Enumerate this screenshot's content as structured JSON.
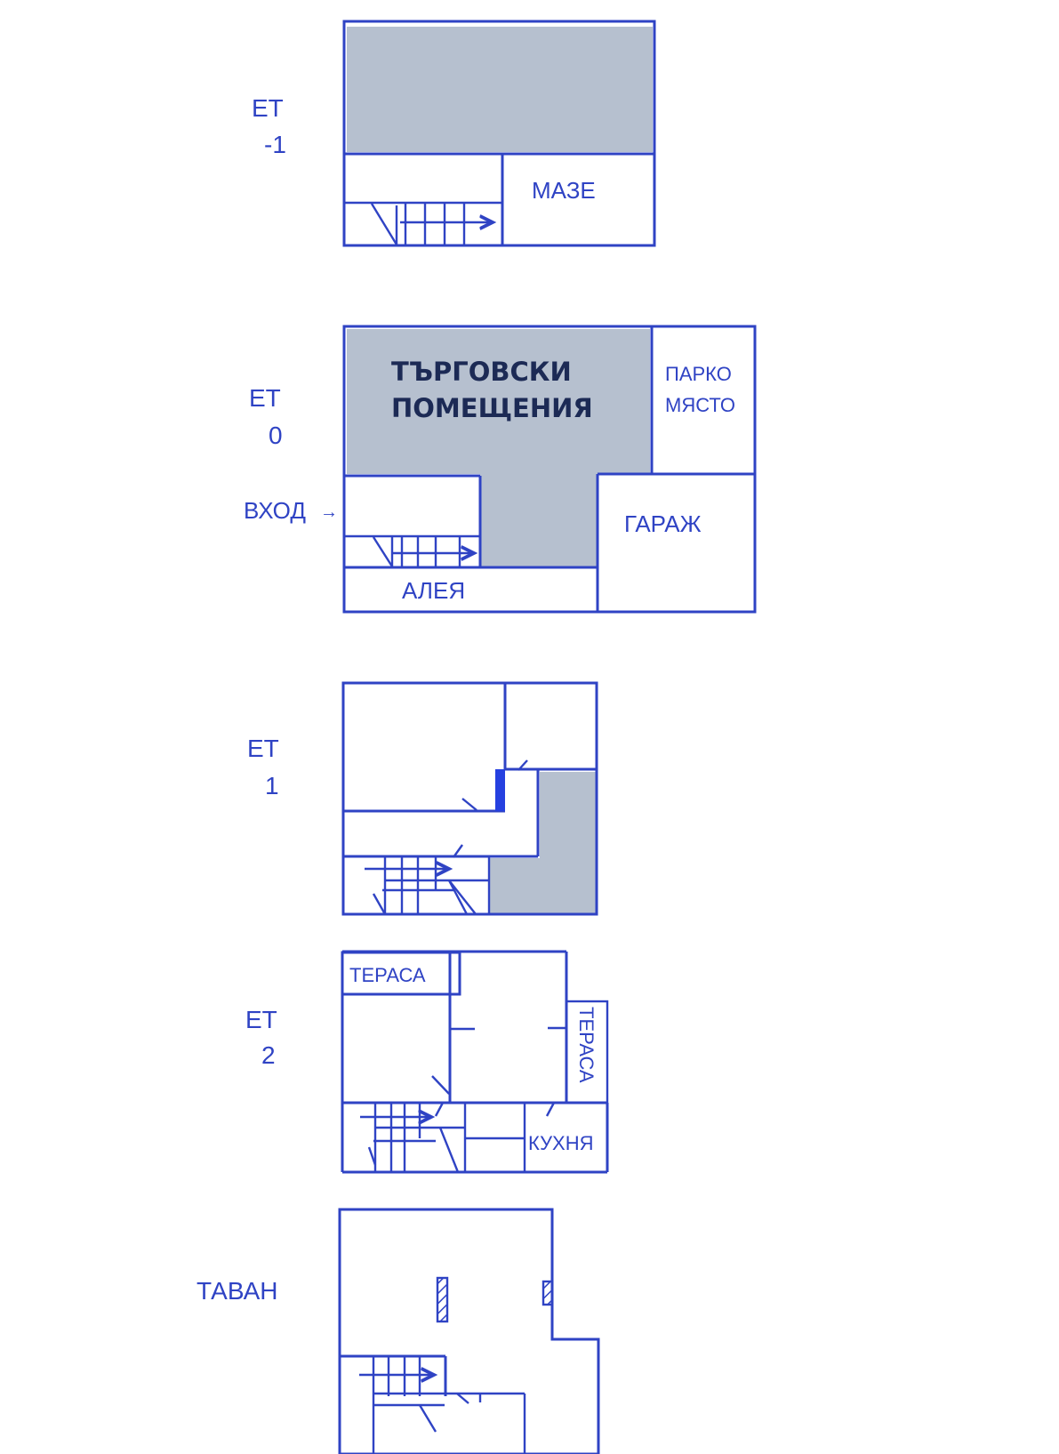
{
  "colors": {
    "line": "#2f43c4",
    "shaded_area": "#b6c0cf",
    "dark_text": "#1c2a55",
    "background": "#ffffff"
  },
  "floors": [
    {
      "id": "basement",
      "label_line1": "ЕТ",
      "label_line2": "-1",
      "rooms": [
        {
          "name": "shaded-upper-area",
          "label": ""
        },
        {
          "name": "basement-room",
          "label": "МАЗЕ"
        },
        {
          "name": "staircase",
          "label": ""
        }
      ]
    },
    {
      "id": "ground",
      "label_line1": "ЕТ",
      "label_line2": "0",
      "entrance_label": "ВХОД",
      "rooms": [
        {
          "name": "commercial-premises",
          "label_line1": "ТЪРГОВСКИ",
          "label_line2": "ПОМЕЩЕНИЯ"
        },
        {
          "name": "parking-spot",
          "label_line1": "ПАРКО",
          "label_line2": "МЯСТО"
        },
        {
          "name": "garage",
          "label": "ГАРАЖ"
        },
        {
          "name": "alley",
          "label": "АЛЕЯ"
        }
      ]
    },
    {
      "id": "first",
      "label_line1": "ЕТ",
      "label_line2": "1",
      "rooms": []
    },
    {
      "id": "second",
      "label_line1": "ЕТ",
      "label_line2": "2",
      "rooms": [
        {
          "name": "terrace-left",
          "label": "ТЕРАСА"
        },
        {
          "name": "terrace-right",
          "label": "ТЕРАСА"
        },
        {
          "name": "kitchen",
          "label": "КУХНЯ"
        }
      ]
    },
    {
      "id": "attic",
      "label_line1": "ТАВАН",
      "rooms": []
    }
  ]
}
